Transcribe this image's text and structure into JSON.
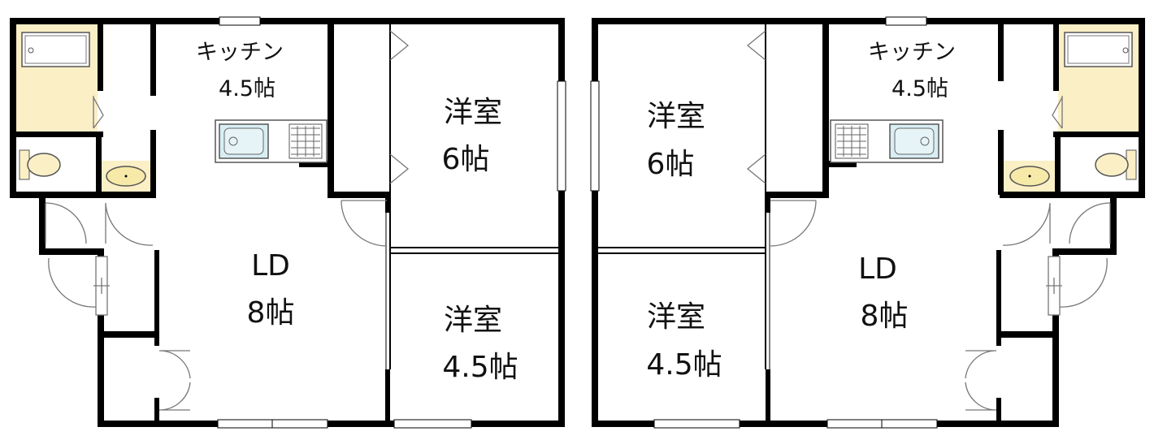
{
  "units": [
    {
      "kitchen": {
        "name": "キッチン",
        "size": "4.5帖"
      },
      "ld": {
        "name": "LD",
        "size": "8帖"
      },
      "room_a": {
        "name": "洋室",
        "size": "6帖"
      },
      "room_b": {
        "name": "洋室",
        "size": "4.5帖"
      }
    },
    {
      "kitchen": {
        "name": "キッチン",
        "size": "4.5帖"
      },
      "ld": {
        "name": "LD",
        "size": "8帖"
      },
      "room_a": {
        "name": "洋室",
        "size": "6帖"
      },
      "room_b": {
        "name": "洋室",
        "size": "4.5帖"
      }
    }
  ],
  "colors": {
    "wet_area": "#fbefc6",
    "sink": "#d9eef3",
    "wall": "#000000"
  }
}
